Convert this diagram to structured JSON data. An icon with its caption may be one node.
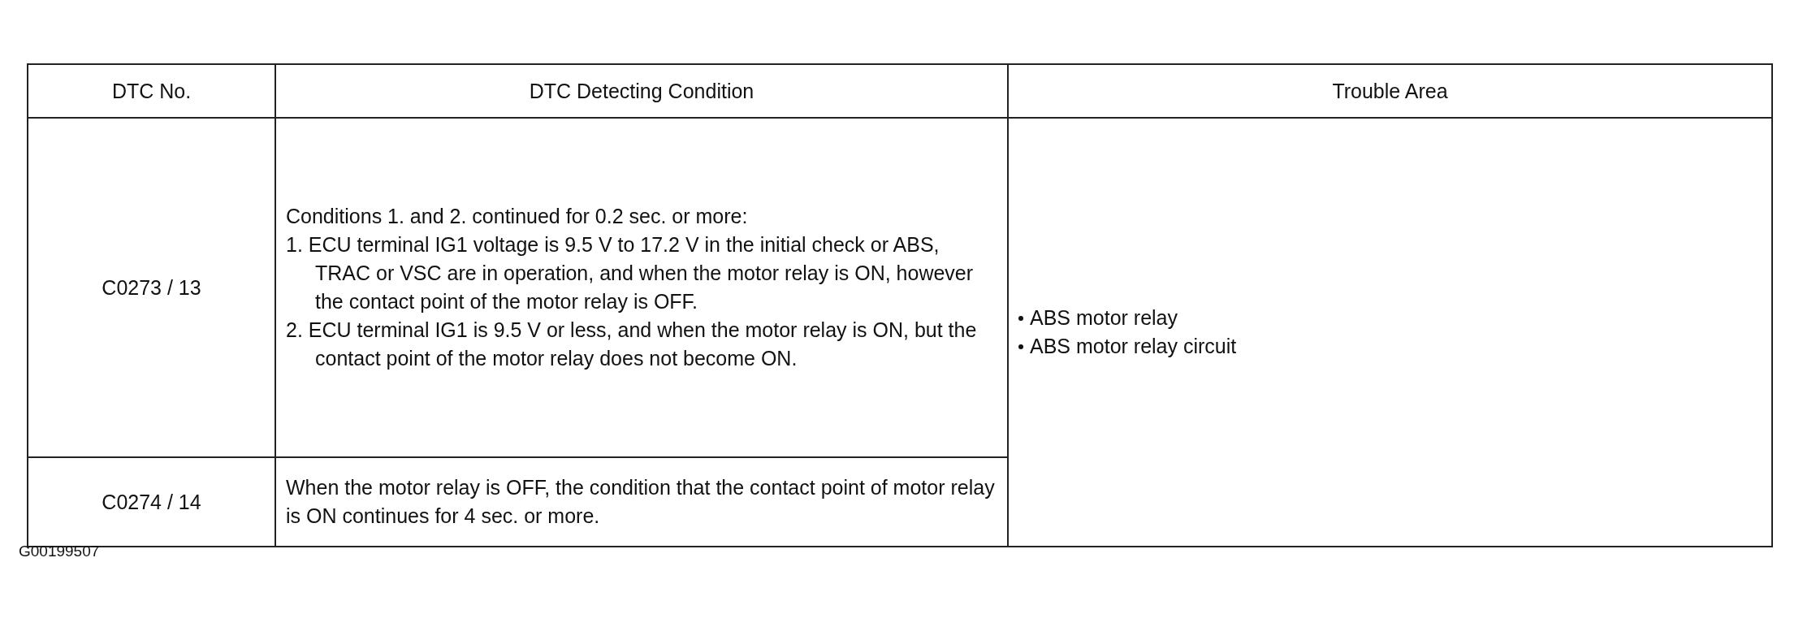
{
  "diagram": {
    "labels": [
      "DTC No.",
      "DTC Detecting Condition",
      "Trouble Area",
      "C0273 / 13",
      "Conditions 1. and 2. continued for 0.2 sec. or more:",
      "1. ECU terminal IG1 voltage is 9.5 V to 17.2 V in the initial check or ABS, TRAC or VSC are in operation, and when the motor relay is ON, however the contact point of the motor relay is OFF.",
      "2. ECU terminal IG1 is 9.5 V or less, and when the motor relay is ON, but the contact point of the motor relay does not become ON.",
      "ABS motor relay",
      "ABS motor relay circuit",
      "C0274 / 14",
      "When the motor relay is OFF, the condition that the contact point of motor relay is ON continues for 4 sec. or more.",
      "G00199507"
    ]
  }
}
